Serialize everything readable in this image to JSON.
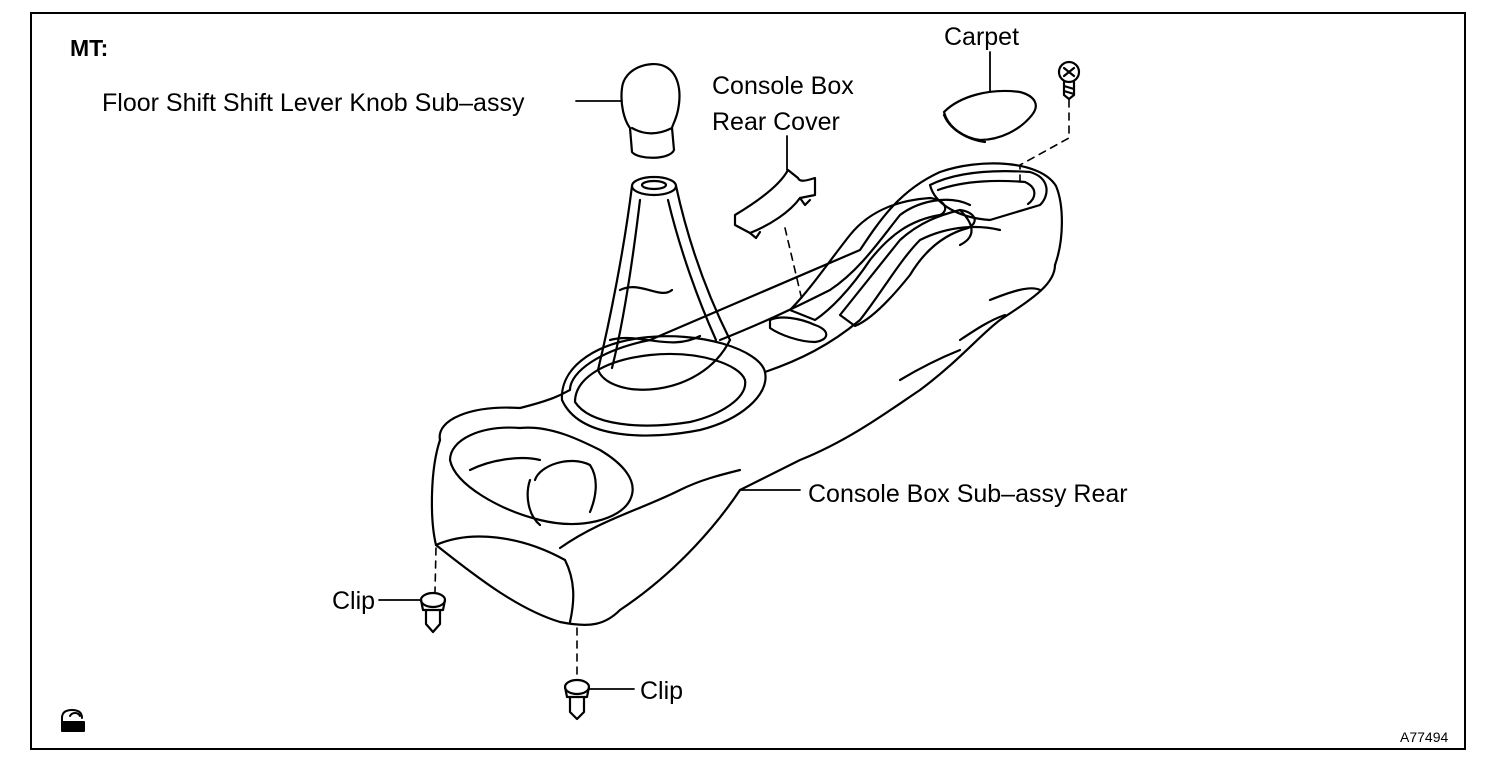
{
  "diagram": {
    "section_label": "MT:",
    "labels": {
      "knob": "Floor Shift Shift Lever Knob Sub–assy",
      "rear_cover_line1": "Console Box",
      "rear_cover_line2": "Rear Cover",
      "carpet": "Carpet",
      "console_box": "Console Box Sub–assy Rear",
      "clip_left": "Clip",
      "clip_bottom": "Clip"
    },
    "figure_code": "A77494",
    "icons": [
      "screw-icon",
      "clip-icon",
      "reuse-symbol-icon"
    ]
  }
}
